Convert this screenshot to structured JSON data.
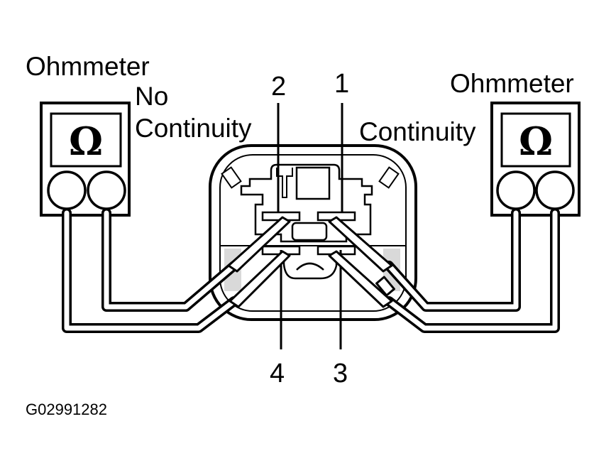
{
  "labels": {
    "left_meter": "Ohmmeter",
    "right_meter": "Ohmmeter",
    "no": "No",
    "no_continuity": "Continuity",
    "continuity": "Continuity",
    "figure_code": "G02991282"
  },
  "meter_symbol": "Ω",
  "terminals": {
    "t1": "1",
    "t2": "2",
    "t3": "3",
    "t4": "4"
  },
  "colors": {
    "line": "#000000",
    "background": "#ffffff",
    "shade": "#d9d9d9"
  },
  "icons": [
    "ohmmeter-icon",
    "relay-connector-icon",
    "test-probe-icon"
  ]
}
